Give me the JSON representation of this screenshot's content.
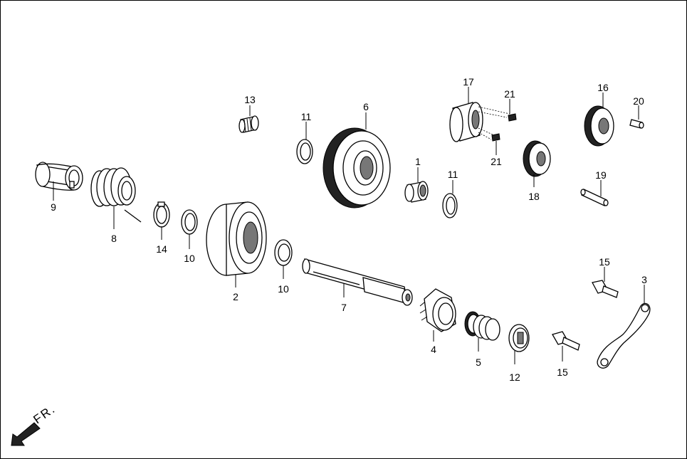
{
  "direction_label": "FR.",
  "callouts": [
    {
      "id": "c13",
      "text": "13"
    },
    {
      "id": "c6",
      "text": "6"
    },
    {
      "id": "c11a",
      "text": "11"
    },
    {
      "id": "c17",
      "text": "17"
    },
    {
      "id": "c21a",
      "text": "21"
    },
    {
      "id": "c16",
      "text": "16"
    },
    {
      "id": "c20",
      "text": "20"
    },
    {
      "id": "c21b",
      "text": "21"
    },
    {
      "id": "c1",
      "text": "1"
    },
    {
      "id": "c11b",
      "text": "11"
    },
    {
      "id": "c18",
      "text": "18"
    },
    {
      "id": "c19",
      "text": "19"
    },
    {
      "id": "c9",
      "text": "9"
    },
    {
      "id": "c8",
      "text": "8"
    },
    {
      "id": "c14",
      "text": "14"
    },
    {
      "id": "c10a",
      "text": "10"
    },
    {
      "id": "c2",
      "text": "2"
    },
    {
      "id": "c10b",
      "text": "10"
    },
    {
      "id": "c7",
      "text": "7"
    },
    {
      "id": "c15a",
      "text": "15"
    },
    {
      "id": "c3",
      "text": "3"
    },
    {
      "id": "c4",
      "text": "4"
    },
    {
      "id": "c5",
      "text": "5"
    },
    {
      "id": "c12",
      "text": "12"
    },
    {
      "id": "c15b",
      "text": "15"
    }
  ]
}
